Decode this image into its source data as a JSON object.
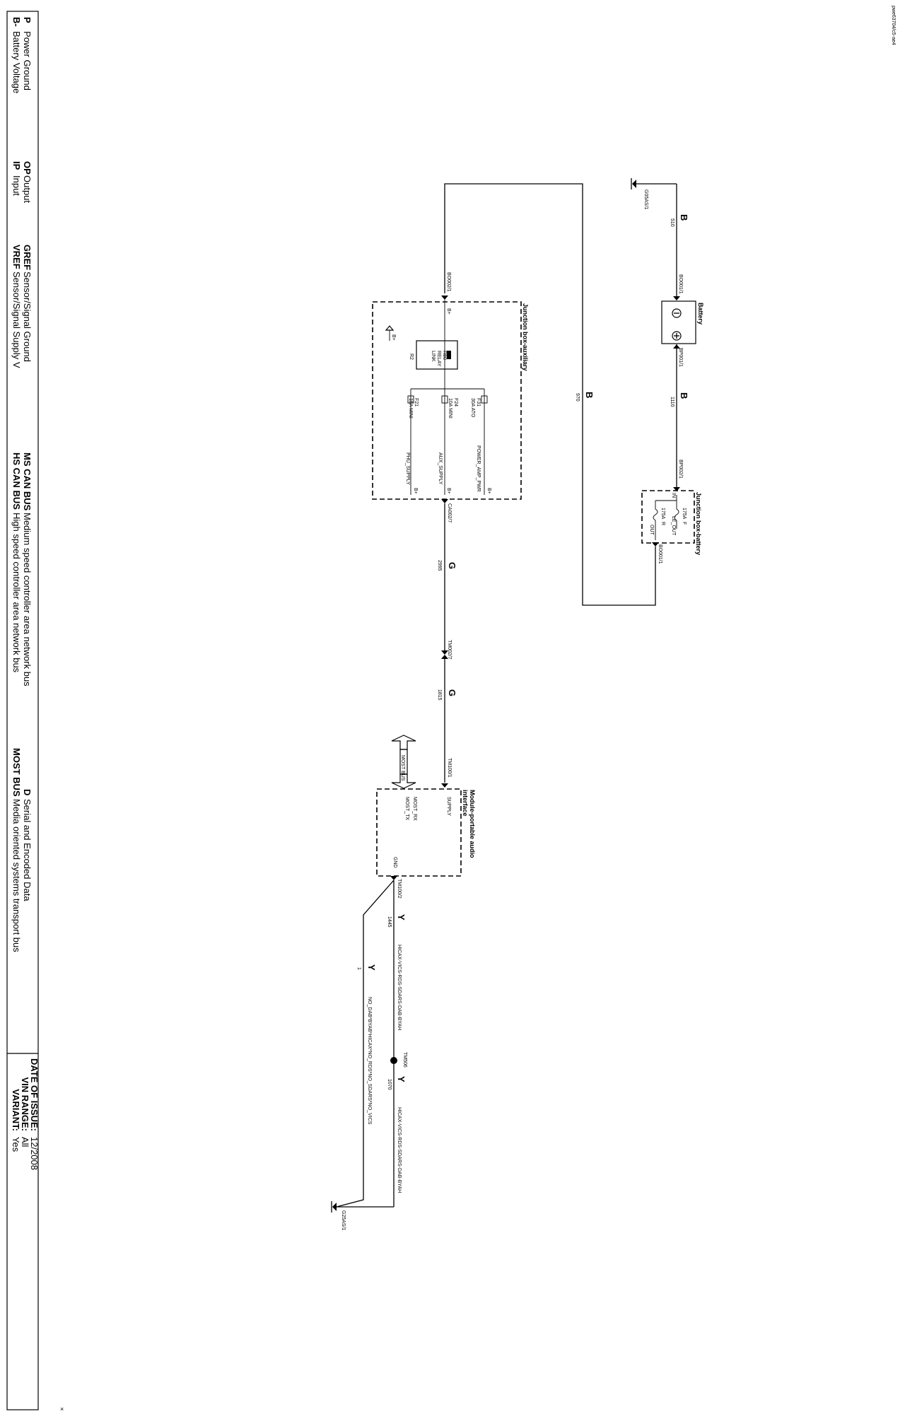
{
  "doc_id": "pwe63704/c5-ae4",
  "components": {
    "battery": {
      "title": "Battery",
      "pin_neg": "BO001/1",
      "pin_pos": "BP001/1"
    },
    "jbb": {
      "title": "Junction box-battery",
      "pin_in": "BP002/1",
      "pin_out": "BO001/1",
      "fuse1": "175A",
      "fuse1_pin": "F",
      "fuse1_in": "IN",
      "fuse1_out": "LE_OUT",
      "fuse2": "175A",
      "fuse2_pin": "R",
      "fuse2_out": "OUT"
    },
    "jba": {
      "title": "Junction box-auxiliary",
      "pin_in": "BO002/1",
      "pin_in_label": "B+",
      "fuses": [
        {
          "id": "F31",
          "rating": "30A ATO",
          "signal": "POWER_AMP_PWR",
          "pin": "B+"
        },
        {
          "id": "F24",
          "rating": "10A MINI",
          "signal": "AUX_SUPPLY",
          "pin": "B+"
        },
        {
          "id": "F21",
          "rating": "15A MINI",
          "signal": "PHU_SUPPLY",
          "pin": "B+"
        }
      ],
      "relay_name": "R80",
      "relay_l1": "RELAY",
      "relay_l2": "LINK",
      "relay_id": "R2",
      "bplus": "B+",
      "pin_out": "CA002/7"
    },
    "module": {
      "title_line1": "Module-portable audio",
      "title_line2": "interface",
      "pin_in": "TM100/1",
      "supply": "SUPPLY",
      "most_rx": "MOST_RX",
      "most_tx": "MOST_TX",
      "gnd": "GND",
      "pin_gnd": "TM100/2",
      "most_bus": "MOST BUS"
    }
  },
  "grounds": {
    "g1": "G05AS/1",
    "g2": "G25AS/1"
  },
  "wires": {
    "w510": {
      "color": "B",
      "num": "510"
    },
    "w1110": {
      "color": "B",
      "num": "1110"
    },
    "w970": {
      "color": "B",
      "num": "970"
    },
    "w2995": {
      "color": "G",
      "num": "2995"
    },
    "w1815": {
      "color": "G",
      "num": "1815"
    },
    "w1445": {
      "color": "Y",
      "num": "1445",
      "variant": "HICAX-VICS-RDS-SDARS-DAB-BYAH"
    },
    "w1": {
      "color": "Y",
      "num": "1",
      "variant": "NO_DAB*BYAB*HICAX*NO_RDS*NO_SDARS*NO_VICS"
    },
    "w1070": {
      "color": "Y",
      "num": "1070",
      "variant": "HICAX-VICS-RDS-SDARS-DAB-BYAH"
    }
  },
  "inline": {
    "ca": "CA002/7",
    "tm": "TM002/7",
    "splice": "TM506"
  },
  "legend": {
    "items": [
      {
        "abbr": "B-",
        "text": "Battery Voltage"
      },
      {
        "abbr": "P",
        "text": "Power Ground"
      },
      {
        "abbr": "IP",
        "text": "Input"
      },
      {
        "abbr": "OP",
        "text": "Output"
      },
      {
        "abbr": "VREF",
        "text": "Sensor/Signal Supply V"
      },
      {
        "abbr": "GREF",
        "text": "Sensor/Signal Ground"
      },
      {
        "abbr": "HS CAN BUS",
        "text": "High speed controller area network bus"
      },
      {
        "abbr": "MS CAN BUS",
        "text": "Medium speed controller area network bus"
      },
      {
        "abbr": "MOST BUS",
        "text": "Media oriented systems transport bus"
      },
      {
        "abbr": "D",
        "text": "Serial and Encoded Data"
      }
    ],
    "variant_label": "VARIANT:",
    "variant_value": "Yes",
    "vin_label": "VIN RANGE:",
    "vin_value": "All",
    "date_label": "DATE OF ISSUE:",
    "date_value": "12/2008"
  },
  "corner_mark": "×"
}
